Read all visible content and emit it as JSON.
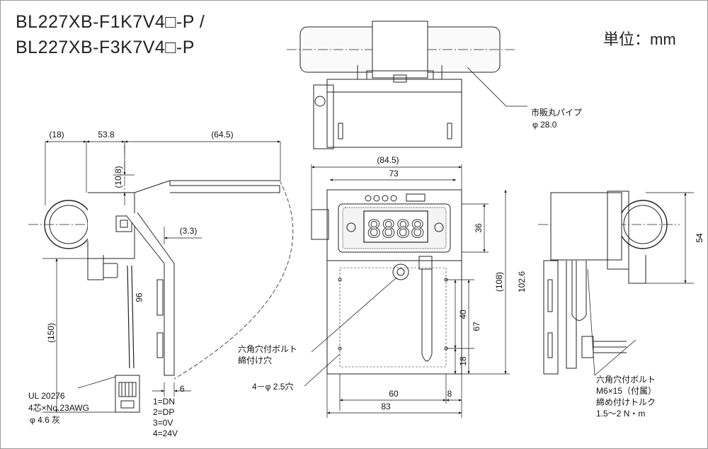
{
  "title": {
    "line1": "BL227XB-F1K7V4□-P /",
    "line2": "BL227XB-F3K7V4□-P"
  },
  "unit": "単位：mm",
  "dimensions": {
    "side_left_a": "(18)",
    "side_left_b": "53.8",
    "side_left_c": "(64.5)",
    "side_left_d": "(10.8)",
    "side_left_e": "(3.3)",
    "side_left_f": "(150)",
    "side_left_g": "96",
    "side_left_h": "6",
    "front_a": "(84.5)",
    "front_b": "73",
    "front_c": "36",
    "front_d": "(108)",
    "front_e": "102.6",
    "front_f": "40",
    "front_g": "67",
    "front_h": "18",
    "front_i": "60",
    "front_j": "8",
    "front_k": "83",
    "right_a": "54"
  },
  "notes": {
    "pipe_1": "市販丸パイプ",
    "pipe_2": "φ 28.0",
    "bolt_left_1": "六角穴付ボルト",
    "bolt_left_2": "締付け穴",
    "holes": "4－φ 2.5穴",
    "cable_1": "UL 20276",
    "cable_2": "4芯×No.23AWG",
    "cable_3": "φ 4.6  灰",
    "pin_1": "1=DN",
    "pin_2": "2=DP",
    "pin_3": "3=0V",
    "pin_4": "4=24V",
    "bolt_right_1": "六角穴付ボルト",
    "bolt_right_2": "M6×15（付属）",
    "bolt_right_3": "締め付けトルク",
    "bolt_right_4": "1.5～2 N・m"
  },
  "display_digits": "8888"
}
